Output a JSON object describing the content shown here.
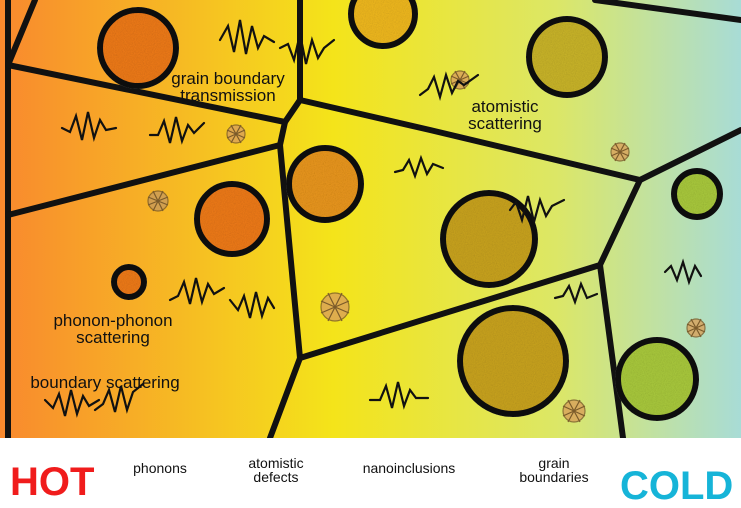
{
  "labels": {
    "grain_boundary_transmission": "grain boundary\ntransmission",
    "atomistic_scattering": "atomistic\nscattering",
    "phonon_phonon_scattering": "phonon-phonon\nscattering",
    "boundary_scattering": "boundary scattering"
  },
  "legend": {
    "hot": "HOT",
    "cold": "COLD",
    "phonons": "phonons",
    "atomistic_defects": "atomistic\ndefects",
    "nanoinclusions": "nanoinclusions",
    "grain_boundaries": "grain\nboundaries"
  },
  "colors": {
    "hot": "#f01c1c",
    "cold": "#16b4d8",
    "gradient_hot": "#f9892e",
    "gradient_mid": "#f4e41a",
    "gradient_cold": "#a8dcd6",
    "grain_boundary": "#111111",
    "nanoinclusion_hot": "#ee7a1a",
    "nanoinclusion_mid": "#c9a31e",
    "nanoinclusion_cold": "#a9c93c"
  }
}
